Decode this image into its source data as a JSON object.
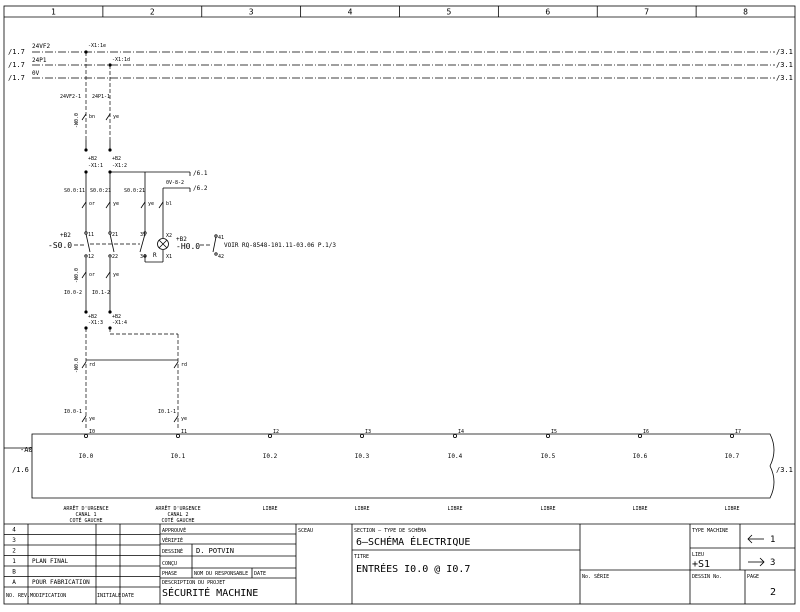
{
  "columns": [
    "1",
    "2",
    "3",
    "4",
    "5",
    "6",
    "7",
    "8"
  ],
  "rails": [
    {
      "name": "24VF2",
      "ref_left": "/1.7",
      "ref_right": "/3.1",
      "terminal": "-X1:1e"
    },
    {
      "name": "24P1",
      "ref_left": "/1.7",
      "ref_right": "/3.1",
      "terminal": "-X1:1d"
    },
    {
      "name": "0V",
      "ref_left": "/1.7",
      "ref_right": "/3.1"
    }
  ],
  "wires": {
    "w1": "24VF2-1",
    "w2": "24P1-1",
    "c1": "bn",
    "c2": "ye",
    "x1": "+B2",
    "x1b": "-X1:1",
    "x2": "+B2",
    "x2b": "-X1:2",
    "s1": "S0.0:11",
    "s2": "S0.0:21",
    "s3": "S0.0:21",
    "cc1": "or",
    "cc2": "ye",
    "cc3": "ye",
    "cc4": "bl",
    "ov": "0V-8-2",
    "r61": "/6.1",
    "r62": "/6.2",
    "sw_dev_a": "+B2",
    "sw_dev_b": "-S0.0",
    "t11": "11",
    "t12": "12",
    "t21": "21",
    "t22": "22",
    "t31": "31",
    "t34": "34",
    "lamp_a": "+B2",
    "lamp_b": "-H0.0",
    "lamp_x1": "X1",
    "lamp_x2": "X2",
    "lamp_r": "R",
    "t41": "41",
    "t42": "42",
    "voir": "VOIR RQ-8548-101.11-03.06 P.1/3",
    "mid_c1": "or",
    "mid_c2": "ye",
    "w3": "I0.0-2",
    "w4": "I0.1-2",
    "x3": "+B2",
    "x3b": "-X1:3",
    "x4": "+B2",
    "x4b": "-X1:4",
    "m1": "rd",
    "m2": "rd",
    "w5": "I0.0-1",
    "w6": "I0.1-1",
    "y1": "ye",
    "y2": "ye",
    "wm1": "-W0.0",
    "wm2": "-W0.0",
    "wm3": "-W0.0"
  },
  "module": {
    "name": "-A0",
    "ref": "/1.6",
    "ref_right": "/3.1",
    "inputs": [
      {
        "terminal": "I0",
        "addr": "I0.0",
        "label": "ARRÊT D'URGENCE\nCANAL 1\nCOTÉ GAUCHE"
      },
      {
        "terminal": "I1",
        "addr": "I0.1",
        "label": "ARRÊT D'URGENCE\nCANAL 2\nCOTÉ GAUCHE"
      },
      {
        "terminal": "I2",
        "addr": "I0.2",
        "label": "LIBRE"
      },
      {
        "terminal": "I3",
        "addr": "I0.3",
        "label": "LIBRE"
      },
      {
        "terminal": "I4",
        "addr": "I0.4",
        "label": "LIBRE"
      },
      {
        "terminal": "I5",
        "addr": "I0.5",
        "label": "LIBRE"
      },
      {
        "terminal": "I6",
        "addr": "I0.6",
        "label": "LIBRE"
      },
      {
        "terminal": "I7",
        "addr": "I0.7",
        "label": "LIBRE"
      }
    ]
  },
  "titleblock": {
    "revisions": [
      {
        "no": "4",
        "text": ""
      },
      {
        "no": "3",
        "text": ""
      },
      {
        "no": "2",
        "text": ""
      },
      {
        "no": "1",
        "text": "PLAN FINAL"
      },
      {
        "no": "B",
        "text": ""
      },
      {
        "no": "A",
        "text": "POUR FABRICATION"
      }
    ],
    "rev_header_no": "NO. REV.",
    "rev_header_mod": "MODIFICATION",
    "rev_header_init": "INITIALE",
    "rev_header_date": "DATE",
    "approuve": "APPROUVÉ",
    "verifie": "VÉRIFIÉ",
    "dessine": "DESSINÉ",
    "dessine_val": "D. POTVIN",
    "concu": "CONÇU",
    "phase": "PHASE",
    "nom_resp": "NOM DU RESPONSABLE",
    "date": "DATE",
    "desc_label": "DESCRIPTION DU PROJET",
    "desc_val": "SÉCURITÉ MACHINE",
    "sceau": "SCEAU",
    "section_label": "SECTION – TYPE DE SCHÉMA",
    "section_val": "6–SCHÉMA ÉLECTRIQUE",
    "titre_label": "TITRE",
    "titre_val": "ENTRÉES I0.0 @ I0.7",
    "serie": "No. SÉRIE",
    "type_machine": "TYPE MACHINE",
    "lieu_label": "LIEU",
    "lieu_val": "+S1",
    "dessin_no": "DESSIN No.",
    "page_label": "PAGE",
    "page_val": "2",
    "prev_page": "1",
    "next_page": "3"
  }
}
